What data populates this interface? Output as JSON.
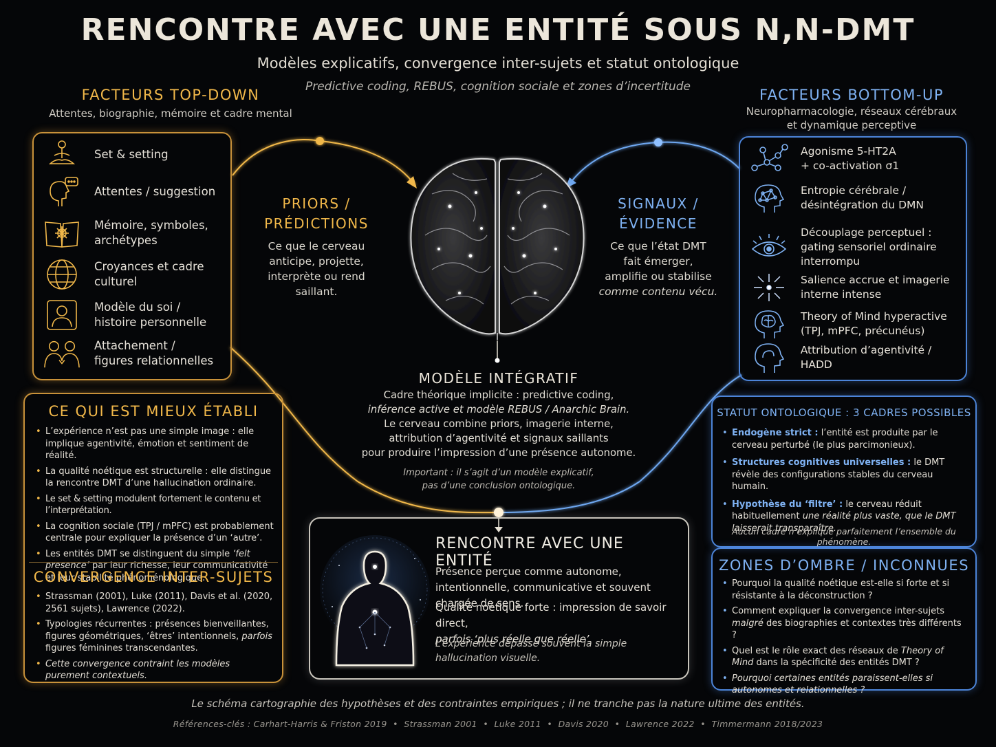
{
  "header": {
    "title": "RENCONTRE AVEC UNE ENTITÉ SOUS N,N-DMT",
    "subtitle": "Modèles explicatifs, convergence inter-sujets et statut ontologique",
    "tagline": "Predictive coding, REBUS, cognition sociale et zones d’incertitude"
  },
  "colors": {
    "gold": "#f1b84a",
    "blue": "#7fb2f3",
    "background": "#050608"
  },
  "top_down": {
    "heading": "FACTEURS TOP-DOWN",
    "subheading": "Attentes, biographie, mémoire et cadre mental",
    "items": [
      {
        "icon": "meditation-icon",
        "label": "Set & setting"
      },
      {
        "icon": "speech-head-icon",
        "label": "Attentes / suggestion"
      },
      {
        "icon": "book-mandala-icon",
        "label": "Mémoire, symboles,\narchétypes"
      },
      {
        "icon": "globe-icon",
        "label": "Croyances et cadre\nculturel"
      },
      {
        "icon": "person-portrait-icon",
        "label": "Modèle du soi /\nhistoire personnelle"
      },
      {
        "icon": "two-people-icon",
        "label": "Attachement /\nfigures relationnelles"
      }
    ]
  },
  "bottom_up": {
    "heading": "FACTEURS BOTTOM-UP",
    "subheading_line1": "Neuropharmacologie, réseaux cérébraux",
    "subheading_line2": "et dynamique perceptive",
    "items": [
      {
        "icon": "molecule-icon",
        "label": "Agonisme 5-HT2A\n+ co-activation σ1"
      },
      {
        "icon": "network-head-icon",
        "label": "Entropie cérébrale /\ndésintégration du DMN"
      },
      {
        "icon": "eye-icon",
        "label": "Découplage perceptuel :\ngating sensoriel ordinaire\ninterrompu"
      },
      {
        "icon": "starburst-icon",
        "label": "Salience accrue et imagerie\ninterne intense"
      },
      {
        "icon": "brain-head-icon",
        "label": "Theory of Mind hyperactive\n(TPJ, mPFC, précunéus)"
      },
      {
        "icon": "head-outline-icon",
        "label": "Attribution d’agentivité / HADD"
      }
    ]
  },
  "priors": {
    "heading_line1": "PRIORS /",
    "heading_line2": "PRÉDICTIONS",
    "text_lines": [
      "Ce que le cerveau",
      "anticipe, projette,",
      "interprète ou rend",
      "saillant."
    ]
  },
  "signals": {
    "heading_line1": "SIGNAUX /",
    "heading_line2": "ÉVIDENCE",
    "text_lines": [
      "Ce que l’état DMT",
      "fait émerger,",
      "amplifie ou stabilise"
    ],
    "text_italic": "comme contenu vécu."
  },
  "model": {
    "heading": "MODÈLE INTÉGRATIF",
    "line1": "Cadre théorique implicite : predictive coding,",
    "line2": "inférence active et modèle REBUS / Anarchic Brain.",
    "line3": "Le cerveau combine priors, imagerie interne,",
    "line4": "attribution d’agentivité et signaux saillants",
    "line5": "pour produire l’impression d’une présence autonome.",
    "note1": "Important : il s’agit d’un modèle explicatif,",
    "note2": "pas d’une conclusion ontologique."
  },
  "established": {
    "heading": "CE QUI EST MIEUX ÉTABLI",
    "bullets": [
      "L’expérience n’est pas une simple image : elle implique agentivité, émotion et sentiment de réalité.",
      "La qualité noétique est structurelle : elle distingue la rencontre DMT d’une hallucination ordinaire.",
      "Le set & setting modulent fortement le contenu et l’interprétation.",
      "La cognition sociale (TPJ / mPFC) est probablement centrale pour expliquer la présence d’un ‘autre’."
    ],
    "last_bullet_start": "Les entités DMT se distinguent du simple ",
    "last_bullet_italic": "‘felt presence’",
    "last_bullet_end": " par leur richesse, leur communicativité et leur stabilité phénoménologique."
  },
  "convergence": {
    "heading": "CONVERGENCE INTER-SUJETS",
    "bullet1": "Strassman (2001), Luke (2011), Davis et al. (2020, 2561 sujets), Lawrence (2022).",
    "bullet2_start": "Typologies récurrentes : présences bienveillantes, figures géométriques, ‘êtres’ intentionnels, ",
    "bullet2_italic": "parfois",
    "bullet2_end": " figures féminines transcendantes.",
    "bullet3": "Cette convergence contraint les modèles purement contextuels."
  },
  "encounter": {
    "heading": "RENCONTRE AVEC UNE ENTITÉ",
    "p1": "Présence perçue comme autonome, intentionnelle, communicative et souvent chargée de sens.",
    "p2_start": "Qualité noétique forte : impression de savoir direct,",
    "p2_italic": "parfois ‘plus réelle que réelle’.",
    "p3": "L’expérience dépasse souvent la simple hallucination visuelle."
  },
  "ontology": {
    "heading": "STATUT ONTOLOGIQUE : 3 CADRES POSSIBLES",
    "items": [
      {
        "label": "Endogène strict :",
        "text": " l’entité est produite par le cerveau perturbé (le plus parcimonieux)."
      },
      {
        "label": "Structures cognitives universelles :",
        "text": " le DMT révèle des configurations stables du cerveau humain."
      },
      {
        "label": "Hypothèse du ‘filtre’ :",
        "text": " le cerveau réduit habituellement ",
        "italic": "une réalité plus vaste, que le DMT laisserait transparaître."
      }
    ],
    "note": "Aucun cadre n’explique parfaitement l’ensemble du phénomène."
  },
  "unknowns": {
    "heading": "ZONES D’OMBRE / INCONNUES",
    "q1": "Pourquoi la qualité noétique est-elle si forte et si résistante à la déconstruction ?",
    "q2_start": "Comment expliquer la convergence inter-sujets ",
    "q2_italic": "malgré",
    "q2_end": " des biographies et contextes très différents ?",
    "q3_start": "Quel est le rôle exact des réseaux de ",
    "q3_italic": "Theory of Mind",
    "q3_end": " dans la spécificité des entités DMT ?",
    "q4": "Pourquoi certaines entités paraissent-elles si autonomes et relationnelles ?"
  },
  "footer": {
    "statement": "Le schéma cartographie des hypothèses et des contraintes empiriques ; il ne tranche pas la nature ultime des entités.",
    "references": "Références-clés : Carhart-Harris & Friston 2019  •  Strassman 2001  •  Luke 2011  •  Davis 2020  •  Lawrence 2022  •  Timmermann 2018/2023"
  }
}
